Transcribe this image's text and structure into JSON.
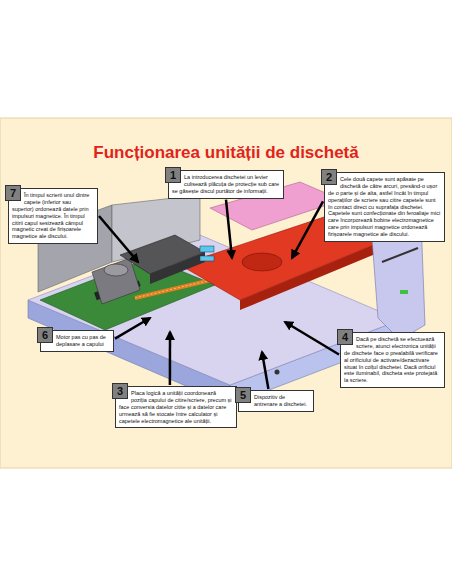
{
  "diagram": {
    "title": "Funcționarea unității de dischetă",
    "nodes": [
      {
        "text": [
          "1",
          "La introducerea dischetei un levier culisează plăcuța de protecție sub care se găsește discul purtător de informații."
        ]
      },
      {
        "text": [
          "2",
          "Cele două capete sunt apăsate pe dischetă de către arcuri, presând-o ușor de o parte și de alta, astfel încât în timpul operațiilor de scriere sau citire capetele sunt în contact direct cu suprafața dischetei. Capetele sunt confecționate din feroaliaje mici care încorporează bobine electromagnetice care prin impulsuri magnetice ordonează firișoarele magnetice ale discului."
        ]
      },
      {
        "text": [
          "7",
          "În timpul scrierii unul dintre capete (inferior sau superior) ordonează datele prin impulsuri magnetice. În timpul citirii capul sesizează câmpul magnetic creat de firișoarele magnetice ale discului."
        ]
      },
      {
        "text": [
          "6",
          "Motor pas cu pas de deplasare a capului"
        ]
      },
      {
        "text": [
          "4",
          "Dacă pe dischetă se efectuează scriere, atunci electronica unității de dischete face o prealabilă verificare al orificiului de activare/dezactivare situat în colțul dischetei. Dacă orificiul este iluminabil, discheta este protejată la scriere."
        ]
      },
      {
        "text": [
          "3",
          "Placa logică a unității coordonează poziția capului de citire/scriere, precum și face conversia datelor citite și a datelor care urmează să fie stocate între calculator și capetele electromagnetice ale unității."
        ]
      },
      {
        "text": [
          "5",
          "Dispozitiv de antrenare a dischetei."
        ]
      }
    ]
  }
}
